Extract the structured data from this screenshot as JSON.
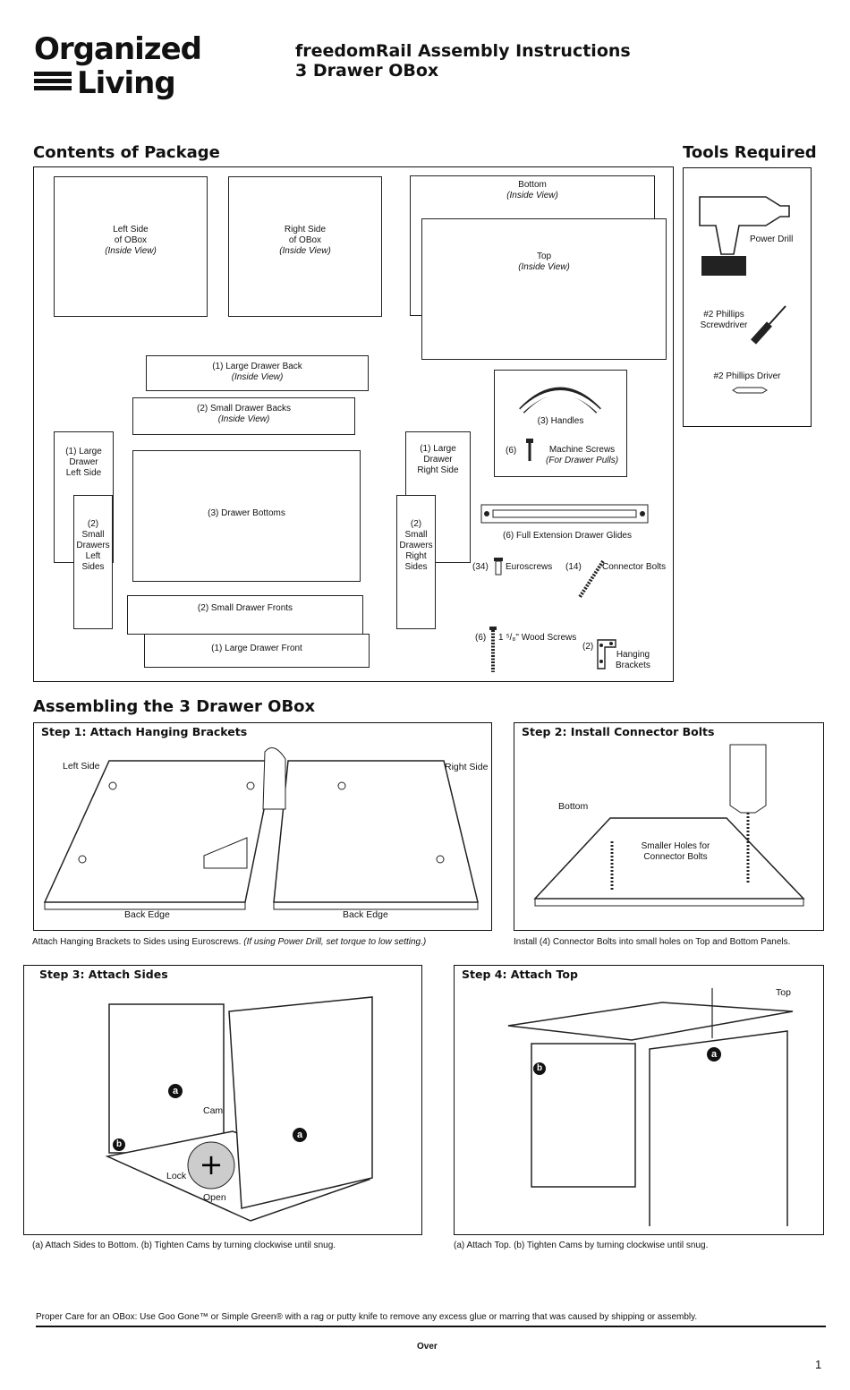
{
  "brand": {
    "line1": "Organized",
    "line2": "Living"
  },
  "doc": {
    "title_line1": "freedomRail Assembly Instructions",
    "title_line2": "3 Drawer OBox"
  },
  "contents": {
    "heading": "Contents of Package",
    "left_side": {
      "line1": "Left Side",
      "line2": "of OBox",
      "line3": "(Inside View)"
    },
    "right_side": {
      "line1": "Right Side",
      "line2": "of OBox",
      "line3": "(Inside View)"
    },
    "bottom": {
      "line1": "Bottom",
      "line2": "(Inside View)"
    },
    "top": {
      "line1": "Top",
      "line2": "(Inside View)"
    },
    "large_drawer_back": {
      "line1": "(1) Large Drawer Back",
      "line2": "(Inside View)"
    },
    "small_drawer_backs": {
      "line1": "(2) Small Drawer Backs",
      "line2": "(Inside View)"
    },
    "large_left": {
      "line1": "(1) Large",
      "line2": "Drawer",
      "line3": "Left Side"
    },
    "large_right": {
      "line1": "(1) Large",
      "line2": "Drawer",
      "line3": "Right Side"
    },
    "small_left": {
      "line1": "(2)",
      "line2": "Small",
      "line3": "Drawers",
      "line4": "Left",
      "line5": "Sides"
    },
    "small_right": {
      "line1": "(2)",
      "line2": "Small",
      "line3": "Drawers",
      "line4": "Right",
      "line5": "Sides"
    },
    "drawer_bottoms": "(3) Drawer Bottoms",
    "small_fronts": "(2) Small Drawer Fronts",
    "large_front": "(1) Large Drawer Front",
    "handles": "(3) Handles",
    "machine_qty": "(6)",
    "machine_screws": "Machine Screws",
    "machine_note": "(For Drawer Pulls)",
    "glides": "(6) Full Extension Drawer Glides",
    "euro_qty": "(34)",
    "euroscrews": "Euroscrews",
    "conn_qty": "(14)",
    "connector_bolts": "Connector Bolts",
    "wood_qty": "(6)",
    "wood_screws": "1 ⁵/₈\" Wood Screws",
    "hang_qty": "(2)",
    "hanging": {
      "line1": "Hanging",
      "line2": "Brackets"
    }
  },
  "tools": {
    "heading": "Tools Required",
    "drill": "Power Drill",
    "screwdriver": {
      "line1": "#2 Phillips",
      "line2": "Screwdriver"
    },
    "driver": "#2 Phillips Driver"
  },
  "assembly": {
    "heading": "Assembling the 3 Drawer OBox",
    "step1": {
      "title": "Step 1: Attach Hanging Brackets",
      "left_side": "Left Side",
      "right_side": "Right Side",
      "back_edge_left": "Back Edge",
      "back_edge_right": "Back Edge",
      "caption": "Attach Hanging Brackets to Sides using Euroscrews.",
      "caption_note": "(If using Power Drill, set torque to low setting.)"
    },
    "step2": {
      "title": "Step 2: Install Connector Bolts",
      "bottom": "Bottom",
      "holes": {
        "line1": "Smaller Holes for",
        "line2": "Connector Bolts"
      },
      "caption": "Install (4) Connector Bolts into small holes on Top and Bottom Panels."
    },
    "step3": {
      "title": "Step 3: Attach Sides",
      "cam": "Cam",
      "lock": "Lock",
      "open": "Open",
      "marker_a": "a",
      "marker_b": "b",
      "caption": "(a) Attach Sides to Bottom. (b) Tighten Cams by turning clockwise until snug."
    },
    "step4": {
      "title": "Step 4: Attach Top",
      "top": "Top",
      "marker_a": "a",
      "marker_b": "b",
      "caption": "(a) Attach Top. (b) Tighten Cams by turning clockwise until snug."
    }
  },
  "footer": {
    "care": "Proper Care for an OBox: Use Goo Gone™ or Simple Green® with a rag or putty knife to remove any excess glue or marring that was caused by shipping or assembly.",
    "over": "Over",
    "page": "1"
  }
}
